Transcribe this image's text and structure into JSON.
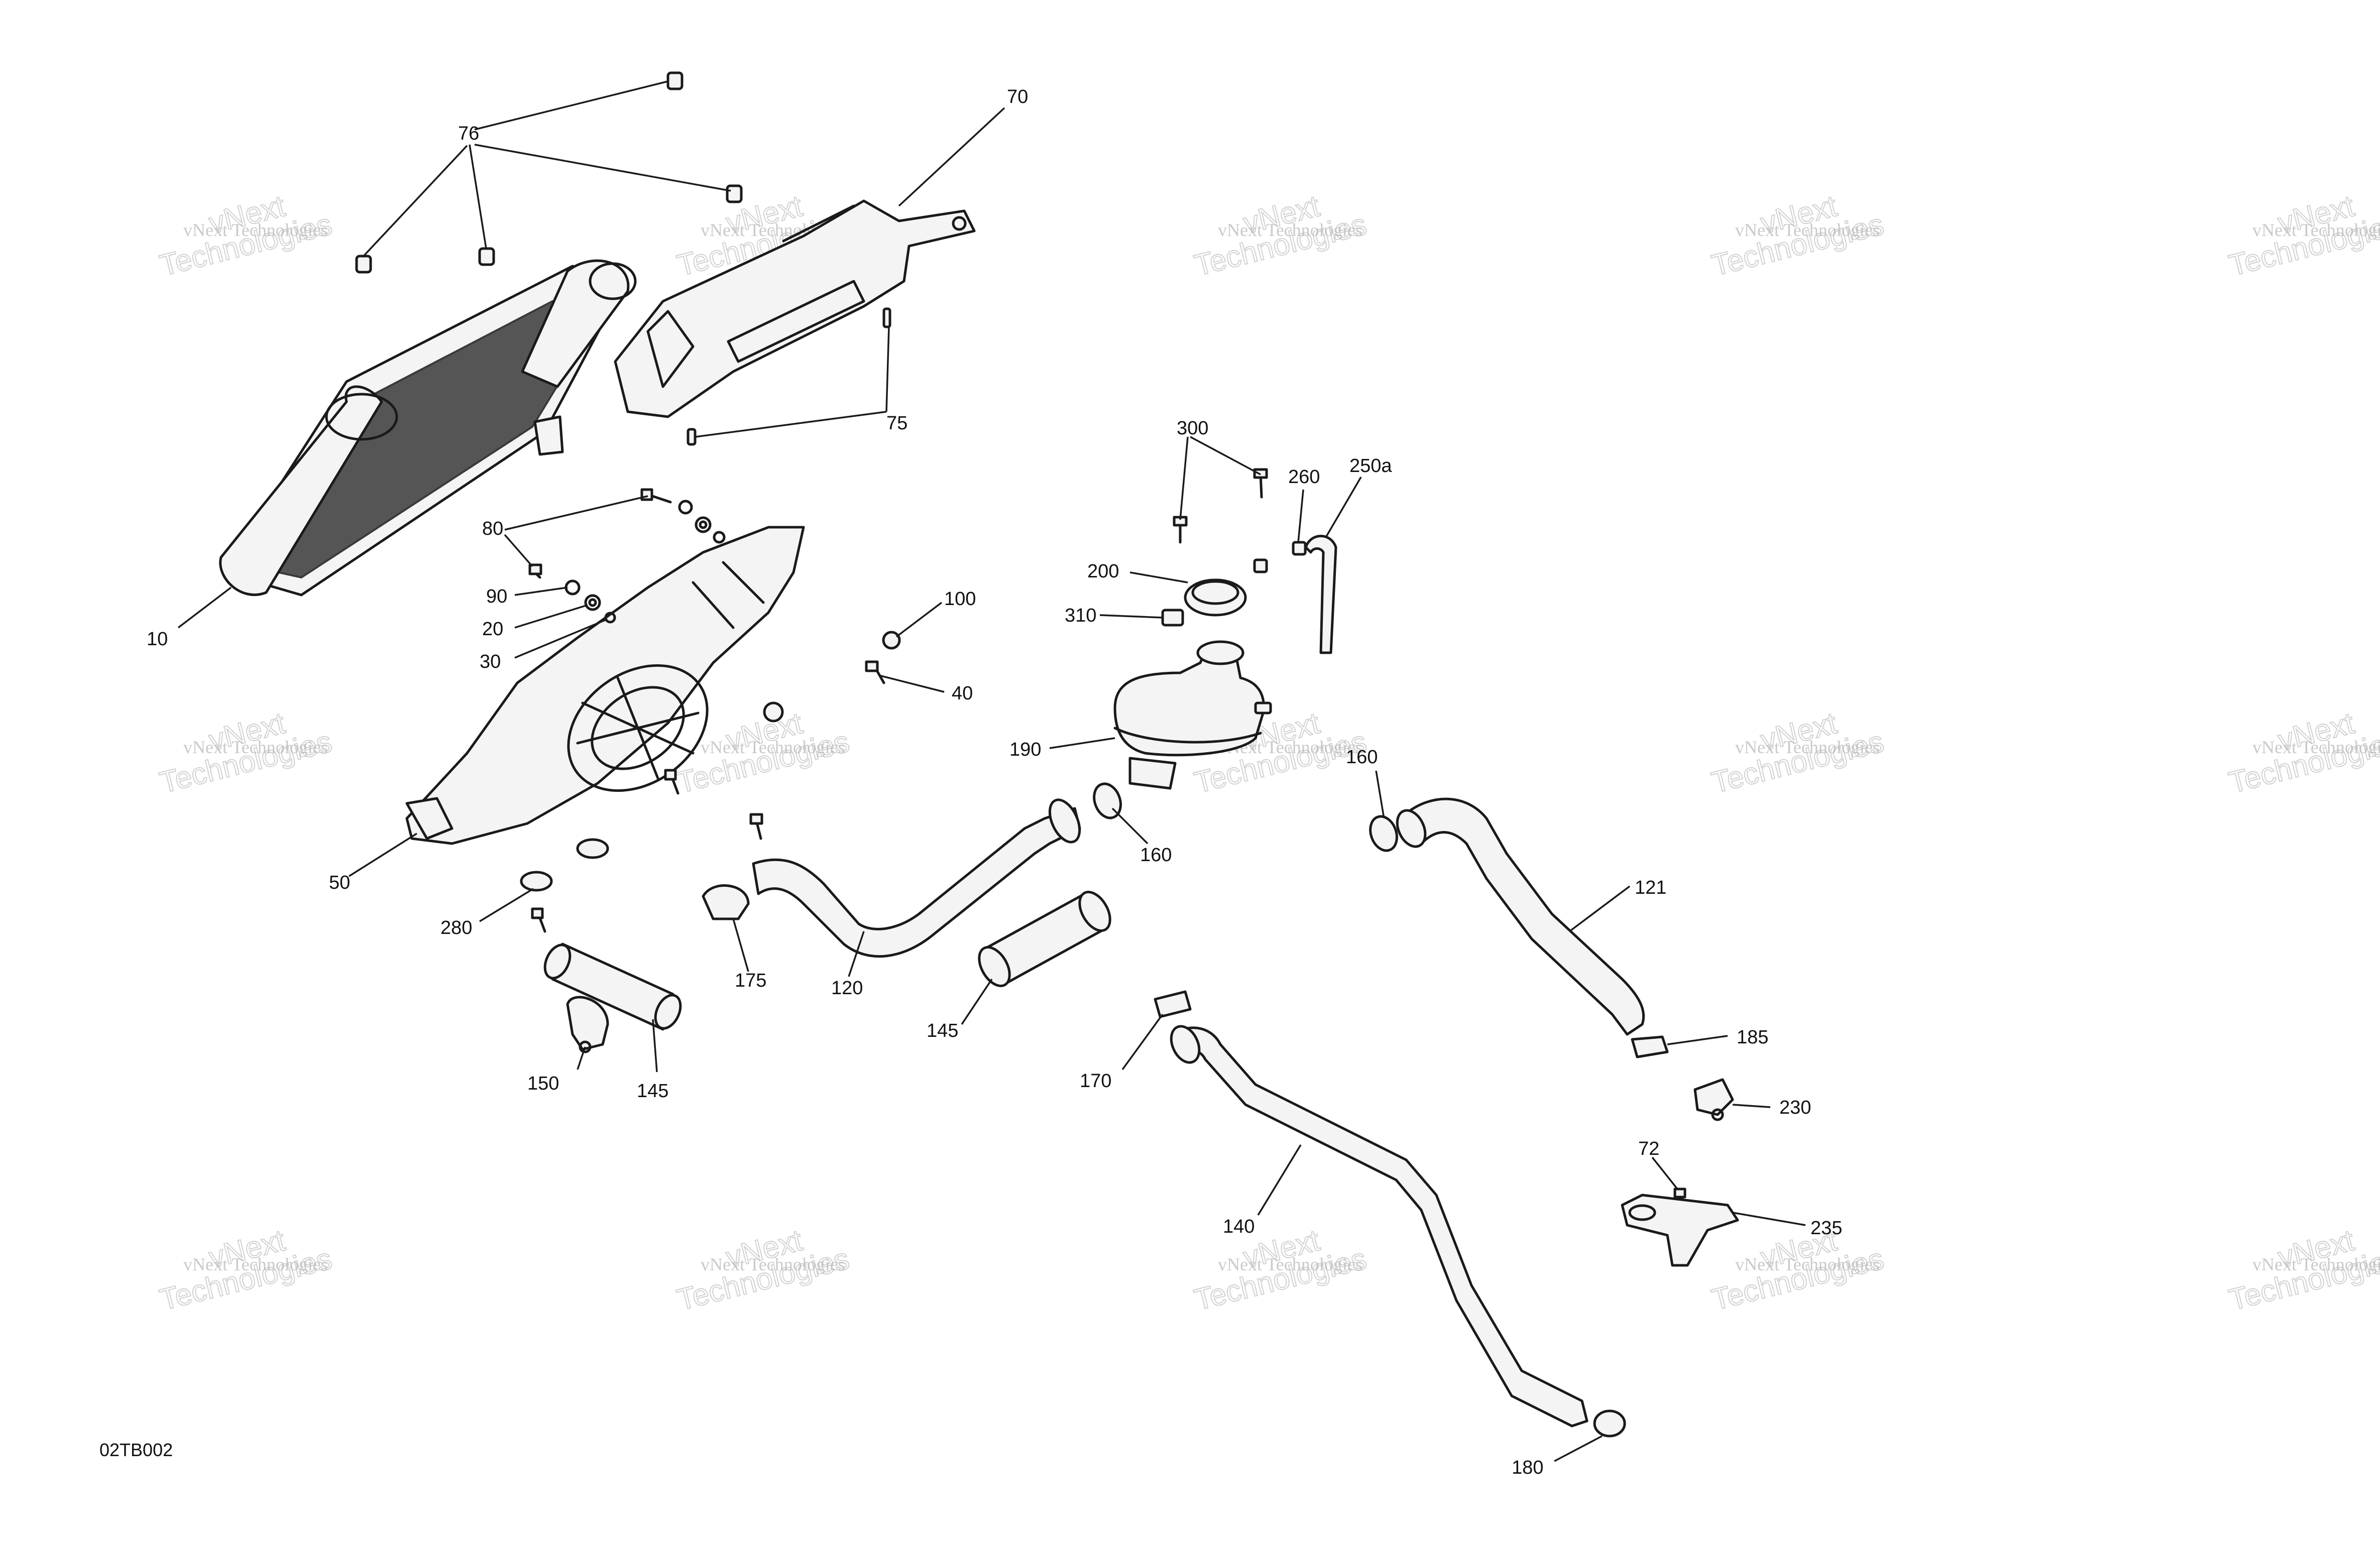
{
  "diagram_code": "02TB002",
  "watermark": {
    "line1": "vNext Technologies",
    "line2": "vNext\nTechnologies"
  },
  "callouts": [
    {
      "id": "76",
      "text": "76"
    },
    {
      "id": "70",
      "text": "70"
    },
    {
      "id": "75",
      "text": "75"
    },
    {
      "id": "80",
      "text": "80"
    },
    {
      "id": "90",
      "text": "90"
    },
    {
      "id": "20",
      "text": "20"
    },
    {
      "id": "30",
      "text": "30"
    },
    {
      "id": "10",
      "text": "10"
    },
    {
      "id": "100",
      "text": "100"
    },
    {
      "id": "40",
      "text": "40"
    },
    {
      "id": "50",
      "text": "50"
    },
    {
      "id": "280",
      "text": "280"
    },
    {
      "id": "150",
      "text": "150"
    },
    {
      "id": "145a",
      "text": "145"
    },
    {
      "id": "175",
      "text": "175"
    },
    {
      "id": "120",
      "text": "120"
    },
    {
      "id": "145b",
      "text": "145"
    },
    {
      "id": "300",
      "text": "300"
    },
    {
      "id": "260",
      "text": "260"
    },
    {
      "id": "250a",
      "text": "250a"
    },
    {
      "id": "200",
      "text": "200"
    },
    {
      "id": "310",
      "text": "310"
    },
    {
      "id": "190",
      "text": "190"
    },
    {
      "id": "160a",
      "text": "160"
    },
    {
      "id": "160b",
      "text": "160"
    },
    {
      "id": "121",
      "text": "121"
    },
    {
      "id": "185",
      "text": "185"
    },
    {
      "id": "230",
      "text": "230"
    },
    {
      "id": "72",
      "text": "72"
    },
    {
      "id": "235",
      "text": "235"
    },
    {
      "id": "170",
      "text": "170"
    },
    {
      "id": "140",
      "text": "140"
    },
    {
      "id": "180",
      "text": "180"
    }
  ]
}
